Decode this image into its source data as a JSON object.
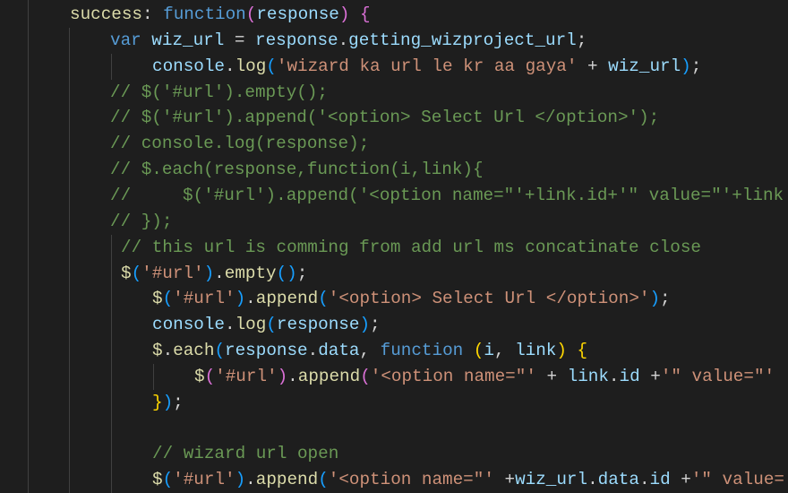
{
  "editor": {
    "lines": [
      {
        "indent": 78,
        "tokens": [
          [
            "success",
            "prop"
          ],
          [
            ": ",
            "plain"
          ],
          [
            "function",
            "kw"
          ],
          [
            "(",
            "b2"
          ],
          [
            "response",
            "var"
          ],
          [
            ") ",
            "b2"
          ],
          [
            "{",
            "b2"
          ]
        ]
      },
      {
        "indent": 123,
        "tokens": [
          [
            "var ",
            "kw"
          ],
          [
            "wiz_url",
            "var"
          ],
          [
            " = ",
            "plain"
          ],
          [
            "response",
            "var"
          ],
          [
            ".",
            "plain"
          ],
          [
            "getting_wizproject_url",
            "var"
          ],
          [
            ";",
            "plain"
          ]
        ]
      },
      {
        "indent": 170,
        "tokens": [
          [
            "console",
            "var"
          ],
          [
            ".",
            "plain"
          ],
          [
            "log",
            "fn"
          ],
          [
            "(",
            "b3"
          ],
          [
            "'wizard ka url le kr aa gaya'",
            "str"
          ],
          [
            " + ",
            "plain"
          ],
          [
            "wiz_url",
            "var"
          ],
          [
            ")",
            "b3"
          ],
          [
            ";",
            "plain"
          ]
        ]
      },
      {
        "indent": 123,
        "tokens": [
          [
            "// $('#url').empty();",
            "com"
          ]
        ]
      },
      {
        "indent": 123,
        "tokens": [
          [
            "// $('#url').append('<option> Select Url </option>');",
            "com"
          ]
        ]
      },
      {
        "indent": 123,
        "tokens": [
          [
            "// console.log(response);",
            "com"
          ]
        ]
      },
      {
        "indent": 123,
        "tokens": [
          [
            "// $.each(response,function(i,link){",
            "com"
          ]
        ]
      },
      {
        "indent": 123,
        "tokens": [
          [
            "//     $('#url').append('<option name=\"'+link.id+'\" value=\"'+link",
            "com"
          ]
        ]
      },
      {
        "indent": 123,
        "tokens": [
          [
            "// });",
            "com"
          ]
        ]
      },
      {
        "indent": 135,
        "tokens": [
          [
            "// this url is comming from add url ms concatinate close",
            "com"
          ]
        ]
      },
      {
        "indent": 135,
        "tokens": [
          [
            "$",
            "fn"
          ],
          [
            "(",
            "b3"
          ],
          [
            "'#url'",
            "str"
          ],
          [
            ")",
            "b3"
          ],
          [
            ".",
            "plain"
          ],
          [
            "empty",
            "fn"
          ],
          [
            "()",
            "b3"
          ],
          [
            ";",
            "plain"
          ]
        ]
      },
      {
        "indent": 170,
        "tokens": [
          [
            "$",
            "fn"
          ],
          [
            "(",
            "b3"
          ],
          [
            "'#url'",
            "str"
          ],
          [
            ")",
            "b3"
          ],
          [
            ".",
            "plain"
          ],
          [
            "append",
            "fn"
          ],
          [
            "(",
            "b3"
          ],
          [
            "'<option> Select Url </option>'",
            "str"
          ],
          [
            ")",
            "b3"
          ],
          [
            ";",
            "plain"
          ]
        ]
      },
      {
        "indent": 170,
        "tokens": [
          [
            "console",
            "var"
          ],
          [
            ".",
            "plain"
          ],
          [
            "log",
            "fn"
          ],
          [
            "(",
            "b3"
          ],
          [
            "response",
            "var"
          ],
          [
            ")",
            "b3"
          ],
          [
            ";",
            "plain"
          ]
        ]
      },
      {
        "indent": 170,
        "tokens": [
          [
            "$",
            "fn"
          ],
          [
            ".",
            "plain"
          ],
          [
            "each",
            "fn"
          ],
          [
            "(",
            "b3"
          ],
          [
            "response",
            "var"
          ],
          [
            ".",
            "plain"
          ],
          [
            "data",
            "var"
          ],
          [
            ", ",
            "plain"
          ],
          [
            "function ",
            "kw"
          ],
          [
            "(",
            "b1"
          ],
          [
            "i",
            "var"
          ],
          [
            ", ",
            "plain"
          ],
          [
            "link",
            "var"
          ],
          [
            ") ",
            "b1"
          ],
          [
            "{",
            "b1"
          ]
        ]
      },
      {
        "indent": 217,
        "tokens": [
          [
            "$",
            "fn"
          ],
          [
            "(",
            "b2"
          ],
          [
            "'#url'",
            "str"
          ],
          [
            ")",
            "b2"
          ],
          [
            ".",
            "plain"
          ],
          [
            "append",
            "fn"
          ],
          [
            "(",
            "b2"
          ],
          [
            "'<option name=\"'",
            "str"
          ],
          [
            " + ",
            "plain"
          ],
          [
            "link",
            "var"
          ],
          [
            ".",
            "plain"
          ],
          [
            "id",
            "var"
          ],
          [
            " +",
            "plain"
          ],
          [
            "'\" value=\"'",
            "str"
          ]
        ]
      },
      {
        "indent": 170,
        "tokens": [
          [
            "}",
            "b1"
          ],
          [
            ")",
            "b3"
          ],
          [
            ";",
            "plain"
          ]
        ]
      },
      {
        "indent": 170,
        "tokens": []
      },
      {
        "indent": 170,
        "tokens": [
          [
            "// wizard url open",
            "com"
          ]
        ]
      },
      {
        "indent": 170,
        "tokens": [
          [
            "$",
            "fn"
          ],
          [
            "(",
            "b3"
          ],
          [
            "'#url'",
            "str"
          ],
          [
            ")",
            "b3"
          ],
          [
            ".",
            "plain"
          ],
          [
            "append",
            "fn"
          ],
          [
            "(",
            "b3"
          ],
          [
            "'<option name=\"'",
            "str"
          ],
          [
            " +",
            "plain"
          ],
          [
            "wiz_url",
            "var"
          ],
          [
            ".",
            "plain"
          ],
          [
            "data",
            "var"
          ],
          [
            ".",
            "plain"
          ],
          [
            "id",
            "var"
          ],
          [
            " +",
            "plain"
          ],
          [
            "'\" value=",
            "str"
          ]
        ]
      }
    ]
  }
}
